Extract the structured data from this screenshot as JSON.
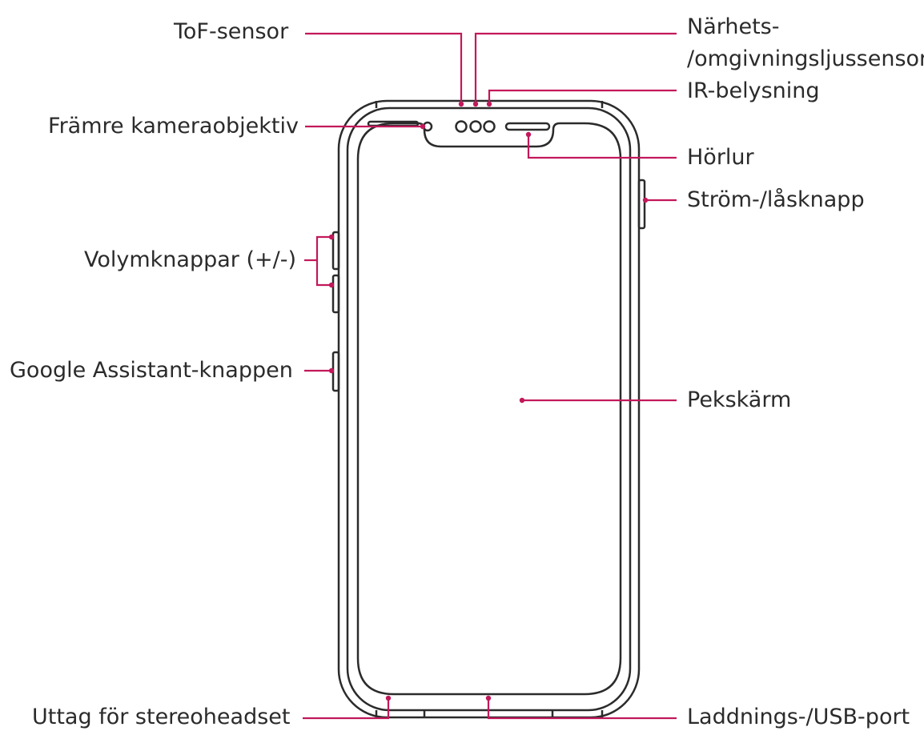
{
  "diagram": {
    "labels": {
      "tof_sensor": "ToF-sensor",
      "proximity_line1": "Närhets-",
      "proximity_line2": "/omgivningsljussensor",
      "ir_illumination": "IR-belysning",
      "front_camera": "Främre kameraobjektiv",
      "earpiece": "Hörlur",
      "power_lock": "Ström-/låsknapp",
      "volume_keys": "Volymknappar (+/-)",
      "google_assistant": "Google Assistant-knappen",
      "touch_screen": "Pekskärm",
      "headset_jack": "Uttag för stereoheadset",
      "charging_port": "Laddnings-/USB-port"
    },
    "colors": {
      "leader": "#c2185b",
      "outline": "#2b2b2b",
      "text": "#2b2b2b"
    }
  }
}
